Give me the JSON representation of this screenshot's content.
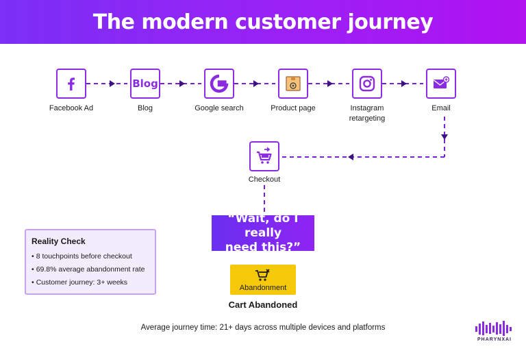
{
  "title": "The modern customer journey",
  "touchpoints": [
    {
      "label": "Facebook Ad",
      "icon": "facebook-icon"
    },
    {
      "label": "Blog",
      "icon": "blog-icon"
    },
    {
      "label": "Google search",
      "icon": "google-icon"
    },
    {
      "label": "Product page",
      "icon": "product-box-icon"
    },
    {
      "label": "Instagram\nretargeting",
      "icon": "instagram-icon"
    },
    {
      "label": "Email",
      "icon": "email-icon"
    }
  ],
  "blog_icon_text": "Blog",
  "checkout": {
    "label": "Checkout",
    "icon": "cart-icon"
  },
  "thought_bubble": "“Wait, do I really\nneed this?”",
  "abandonment": {
    "box_label": "Abandonment",
    "title": "Cart Abandoned",
    "icon": "cart-x-icon"
  },
  "reality_check": {
    "title": "Reality Check",
    "items": [
      "8 touchpoints before checkout",
      "69.8% average abandonment rate",
      "Customer journey: 3+ weeks"
    ]
  },
  "footer": "Average journey time: 21+ days across multiple devices and platforms",
  "brand": "PHARYNXAI",
  "colors": {
    "primary": "#8a2be2",
    "header_gradient_start": "#7b2ff7",
    "header_gradient_end": "#b012f0",
    "abandon_yellow": "#f5c90a",
    "reality_bg": "#f3ecfc"
  }
}
